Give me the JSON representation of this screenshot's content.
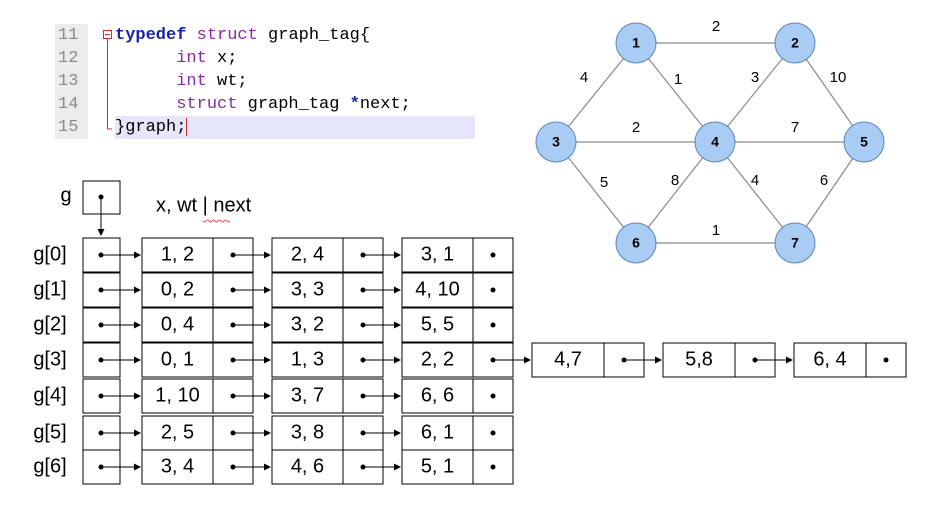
{
  "code": {
    "lines": [
      {
        "num": "11",
        "tokens": [
          {
            "k": "kw",
            "t": "typedef"
          },
          {
            "k": "ty",
            "t": " struct"
          },
          {
            "k": "idt",
            "t": " graph_tag{"
          }
        ]
      },
      {
        "num": "12",
        "tokens": [
          {
            "k": "ty",
            "t": "      int"
          },
          {
            "k": "idt",
            "t": " x;"
          }
        ]
      },
      {
        "num": "13",
        "tokens": [
          {
            "k": "ty",
            "t": "      int"
          },
          {
            "k": "idt",
            "t": " wt;"
          }
        ]
      },
      {
        "num": "14",
        "tokens": [
          {
            "k": "ty",
            "t": "      struct"
          },
          {
            "k": "idt",
            "t": " graph_tag "
          },
          {
            "k": "kw",
            "t": "*"
          },
          {
            "k": "idt",
            "t": "next;"
          }
        ]
      },
      {
        "num": "15",
        "tokens": [
          {
            "k": "idt",
            "t": "}graph;"
          }
        ],
        "highlight": true
      }
    ]
  },
  "graph": {
    "nodes": [
      "1",
      "2",
      "3",
      "4",
      "5",
      "6",
      "7"
    ],
    "edge_weights": [
      "2",
      "4",
      "1",
      "3",
      "10",
      "2",
      "7",
      "5",
      "8",
      "4",
      "6",
      "1"
    ]
  },
  "adjacency": {
    "g_label": "g",
    "header": "x, wt | next",
    "rows": [
      {
        "label": "g[0]",
        "cells": [
          "1, 2",
          "2, 4",
          "3, 1"
        ]
      },
      {
        "label": "g[1]",
        "cells": [
          "0, 2",
          "3, 3",
          "4, 10"
        ]
      },
      {
        "label": "g[2]",
        "cells": [
          "0, 4",
          "3, 2",
          "5, 5"
        ]
      },
      {
        "label": "g[3]",
        "cells": [
          "0, 1",
          "1, 3",
          "2, 2"
        ],
        "extra": [
          "4,7",
          "5,8",
          "6, 4"
        ]
      },
      {
        "label": "g[4]",
        "cells": [
          "1, 10",
          "3, 7",
          "6, 6"
        ]
      },
      {
        "label": "g[5]",
        "cells": [
          "2, 5",
          "3, 8",
          "6, 1"
        ]
      },
      {
        "label": "g[6]",
        "cells": [
          "3, 4",
          "4, 6",
          "5, 1"
        ]
      }
    ]
  },
  "colors": {
    "node_fill": "#a8ccf4",
    "keyword": "#1a24a8",
    "type": "#8c2aa6",
    "highlight": "#e6e6fa",
    "edge": "#8a8a8a"
  }
}
